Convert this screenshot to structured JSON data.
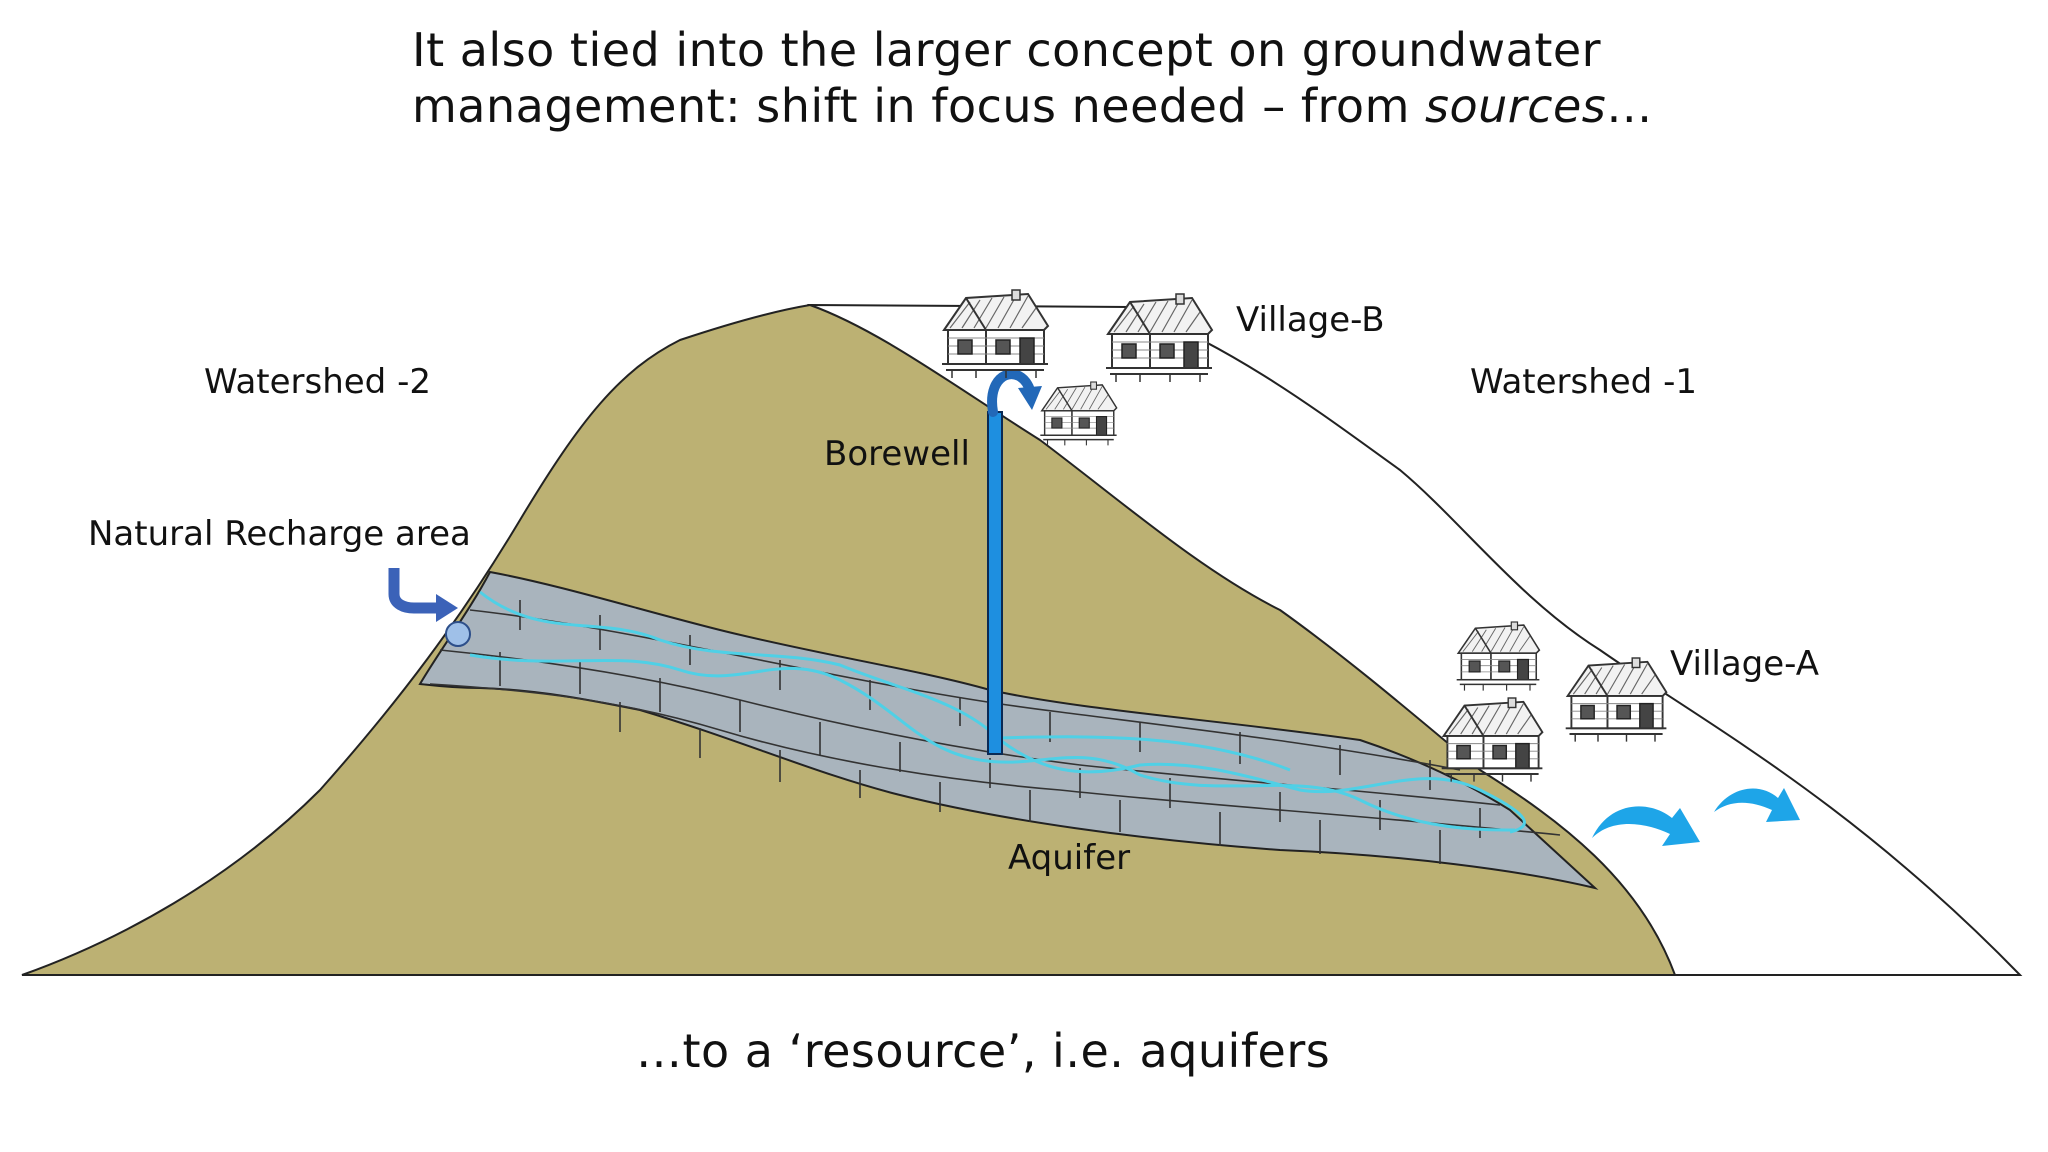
{
  "slide": {
    "title_line1": "It also tied into the larger concept on groundwater",
    "title_line2_prefix": "management: shift in focus needed – from ",
    "title_line2_emph": "sources",
    "title_line2_suffix": "…",
    "caption": "…to a ‘resource’, i.e. aquifers"
  },
  "labels": {
    "watershed_2": "Watershed -2",
    "watershed_1": "Watershed -1",
    "village_b": "Village-B",
    "village_a": "Village-A",
    "borewell": "Borewell",
    "natural_recharge": "Natural Recharge area",
    "aquifer": "Aquifer"
  },
  "colors": {
    "hill_fill": "#bcb173",
    "aquifer_fill": "#a9b4bd",
    "water_flow": "#4fd0e6",
    "borewell": "#1e8fe0",
    "recharge_arrow": "#3b62b8",
    "outflow_arrow": "#1ea5e8"
  },
  "icons": [
    "house-icon",
    "curved-arrow-icon",
    "flow-arrow-icon",
    "recharge-point-icon"
  ]
}
